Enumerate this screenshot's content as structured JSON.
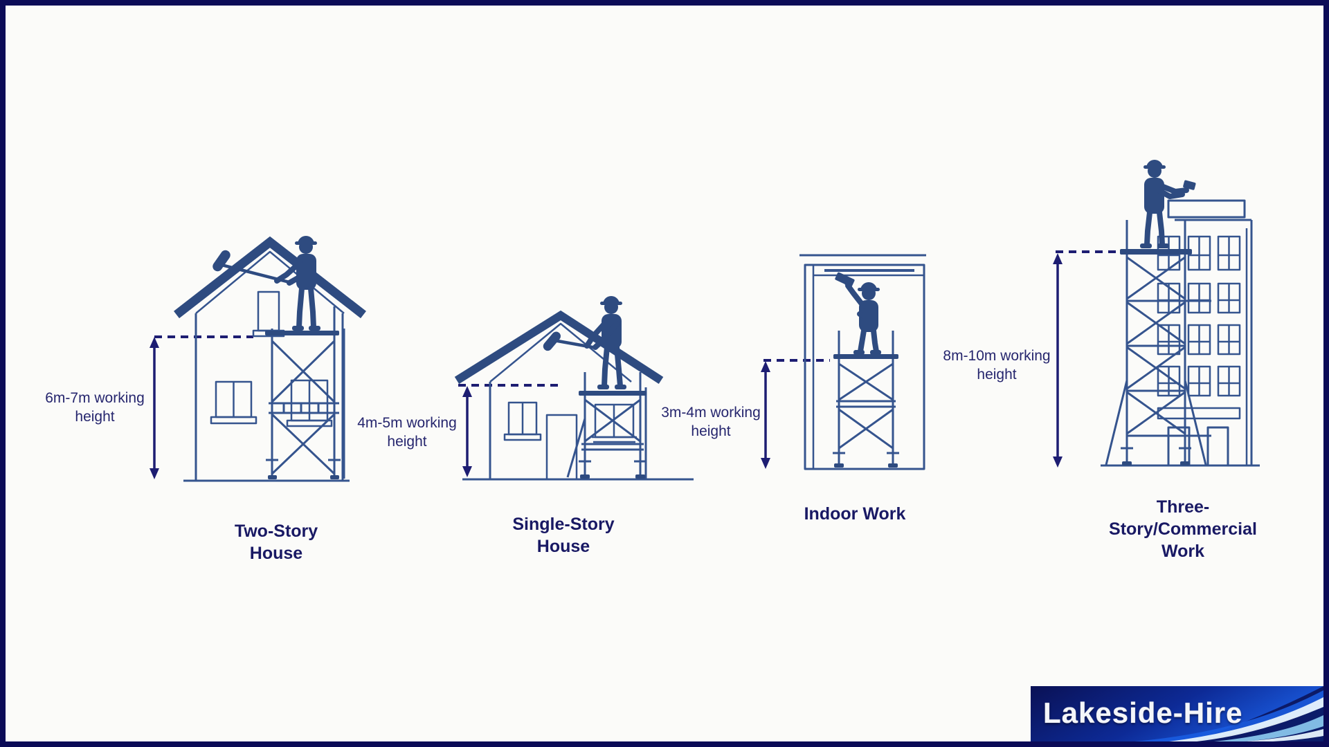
{
  "palette": {
    "bg": "#fbfbf9",
    "frame": "#0b0b57",
    "line": "#35548e",
    "fill": "#2e4b80",
    "measure": "#1d1d72",
    "text": "#26266e",
    "caption": "#191964",
    "logo_deep": "#0a1155",
    "logo_mid": "#0d2a96",
    "logo_bright": "#1a5ce0",
    "logo_swoosh_cyan": "#8ecdf2",
    "logo_swoosh_light": "#e8f4fd"
  },
  "scenarios": [
    {
      "caption": "Two-Story\nHouse",
      "height_label": "6m-7m working\nheight"
    },
    {
      "caption": "Single-Story\nHouse",
      "height_label": "4m-5m working\nheight"
    },
    {
      "caption": "Indoor Work",
      "height_label": "3m-4m working\nheight"
    },
    {
      "caption": "Three-\nStory/Commercial\nWork",
      "height_label": "8m-10m working\nheight"
    }
  ],
  "logo": {
    "text": "Lakeside-Hire"
  }
}
